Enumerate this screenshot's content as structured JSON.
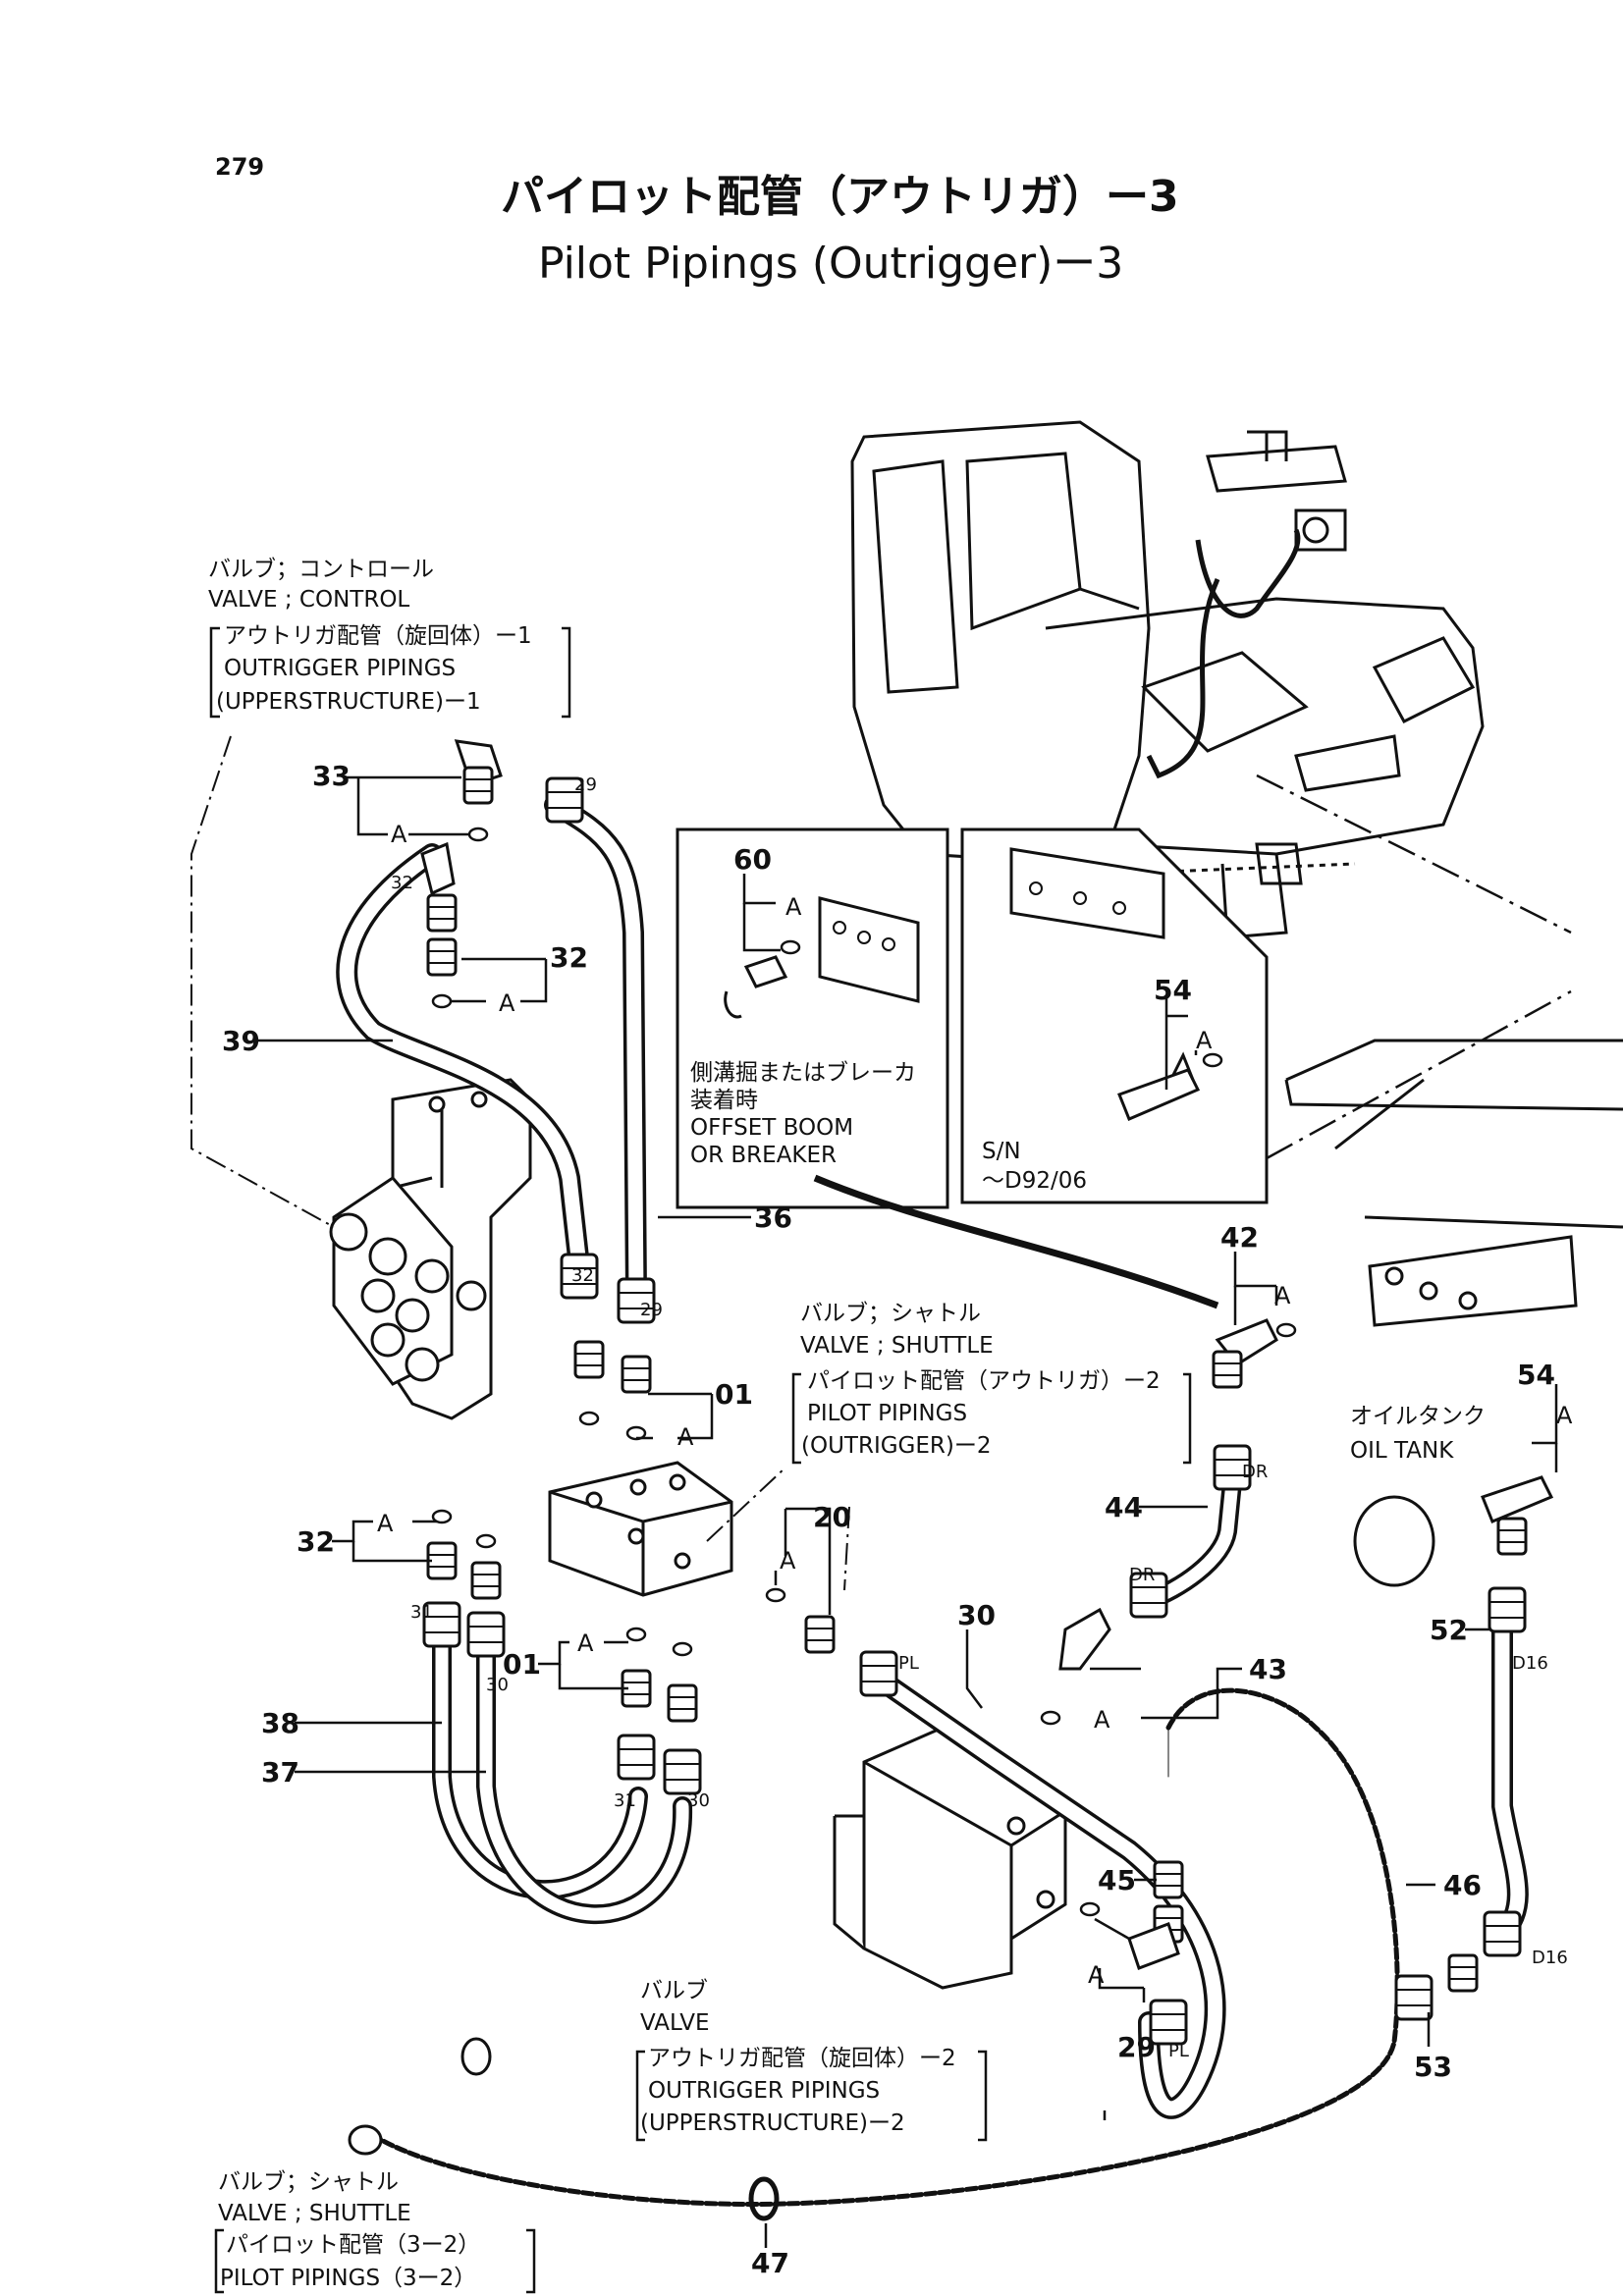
{
  "page_number": "279",
  "title_jp": "パイロット配管（アウトリガ）ー3",
  "title_en": "Pilot Pipings (Outrigger)ー3",
  "notes": {
    "control_valve": [
      "バルブ；コントロール",
      "VALVE ; CONTROL"
    ],
    "outrigger_upper_1": [
      "アウトリガ配管（旋回体）ー1",
      "OUTRIGGER PIPINGS",
      "(UPPERSTRUCTURE)ー1"
    ],
    "offset_boom": [
      "側溝掘またはブレーカ",
      "装着時",
      "OFFSET BOOM",
      "OR BREAKER"
    ],
    "serial": [
      "S/N",
      "～D92/06"
    ],
    "shuttle_valve": [
      "バルブ；シャトル",
      "VALVE ; SHUTTLE"
    ],
    "pilot_outrigger_2": [
      "パイロット配管（アウトリガ）ー2",
      "PILOT   PIPINGS",
      "(OUTRIGGER)ー2"
    ],
    "oil_tank": [
      "オイルタンク",
      "OIL   TANK"
    ],
    "valve": [
      "バルブ",
      "VALVE"
    ],
    "outrigger_upper_2": [
      "アウトリガ配管（旋回体）ー2",
      "OUTRIGGER   PIPINGS",
      "(UPPERSTRUCTURE)ー2"
    ],
    "shuttle_valve_2": [
      "バルブ；シャトル",
      "VALVE ; SHUTTLE"
    ],
    "pilot_3_2": [
      "パイロット配管（3ー2）",
      "PILOT   PIPINGS（3ー2）"
    ]
  },
  "callouts": {
    "c33": "33",
    "c32a": "32",
    "c39": "39",
    "c36": "36",
    "c01a": "01",
    "c32b": "32",
    "c38": "38",
    "c37": "37",
    "c01b": "01",
    "c20": "20",
    "c30": "30",
    "c60": "60",
    "c54a": "54",
    "c42": "42",
    "c44": "44",
    "c43": "43",
    "c54b": "54",
    "c52": "52",
    "c45": "45",
    "c46": "46",
    "c29": "29",
    "c53": "53",
    "c47": "47"
  },
  "marks": {
    "A": "A",
    "p29": "29",
    "p32": "32",
    "p31": "31",
    "p30": "30",
    "PL": "PL",
    "DR": "DR",
    "D16": "D16"
  }
}
